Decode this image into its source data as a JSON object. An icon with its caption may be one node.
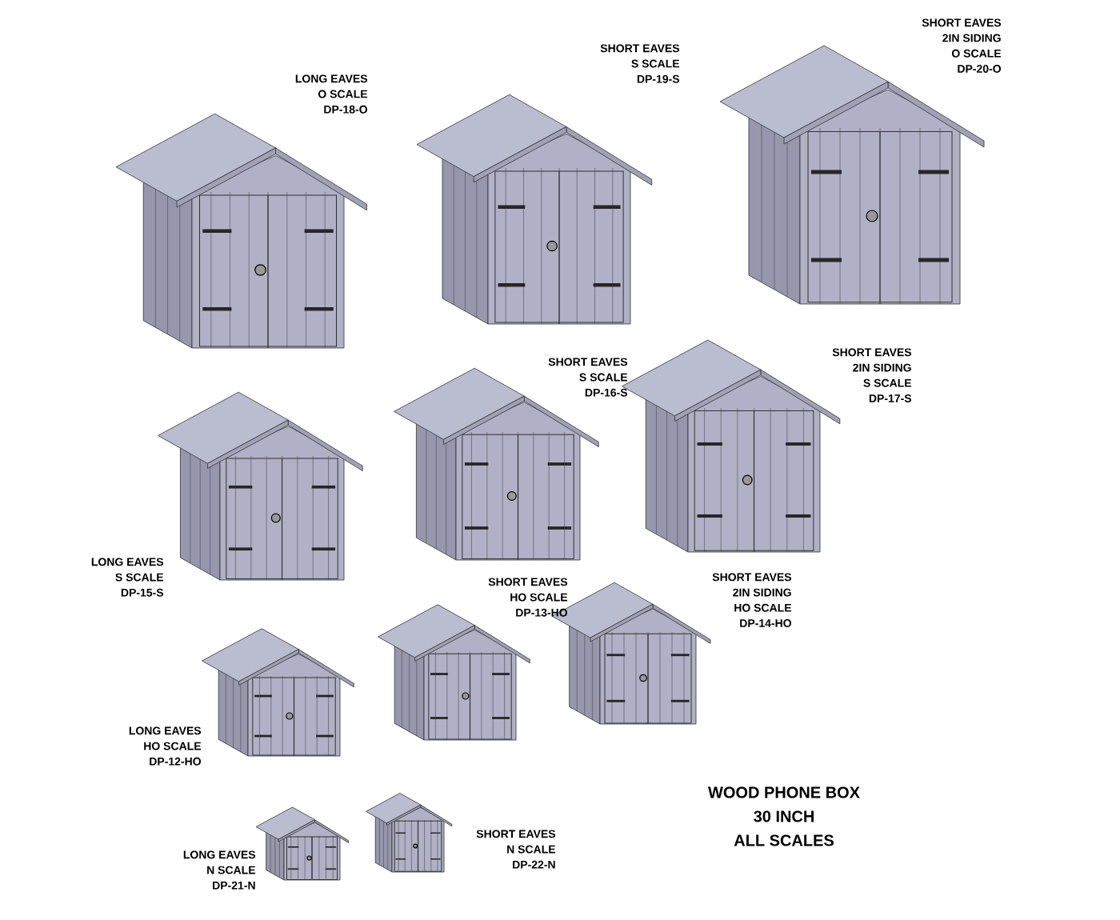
{
  "diagram": {
    "title": "WOOD PHONE BOX",
    "nodes": [
      {
        "text": [],
        "shape": "picture",
        "beside": [
          "LONG EAVES",
          "O SCALE",
          "DP-18-O"
        ]
      },
      {
        "text": [],
        "shape": "picture",
        "beside": [
          "SHORT EAVES",
          "S SCALE",
          "DP-19-S"
        ]
      },
      {
        "text": [],
        "shape": "picture",
        "beside": [
          "SHORT EAVES",
          "2IN SIDING",
          "O SCALE",
          "DP-20-O"
        ]
      },
      {
        "text": [],
        "shape": "picture",
        "beside": [
          "LONG EAVES",
          "S SCALE",
          "DP-15-S"
        ]
      },
      {
        "text": [],
        "shape": "picture",
        "beside": [
          "SHORT EAVES",
          "S SCALE",
          "DP-16-S"
        ]
      },
      {
        "text": [],
        "shape": "picture",
        "beside": [
          "SHORT EAVES",
          "2IN SIDING",
          "S SCALE",
          "DP-17-S"
        ]
      },
      {
        "text": [],
        "shape": "picture",
        "beside": [
          "LONG EAVES",
          "HO SCALE",
          "DP-12-HO"
        ]
      },
      {
        "text": [],
        "shape": "picture",
        "beside": [
          "SHORT EAVES",
          "HO SCALE",
          "DP-13-HO"
        ]
      },
      {
        "text": [],
        "shape": "picture",
        "beside": [
          "SHORT EAVES",
          "2IN SIDING",
          "HO SCALE",
          "DP-14-HO"
        ]
      },
      {
        "text": [],
        "shape": "picture",
        "beside": [
          "LONG EAVES",
          "N SCALE",
          "DP-21-N"
        ]
      },
      {
        "text": [],
        "shape": "picture",
        "beside": [
          "SHORT EAVES",
          "N SCALE",
          "DP-22-N"
        ]
      }
    ],
    "labels": [
      "30 INCH",
      "ALL SCALES"
    ]
  }
}
